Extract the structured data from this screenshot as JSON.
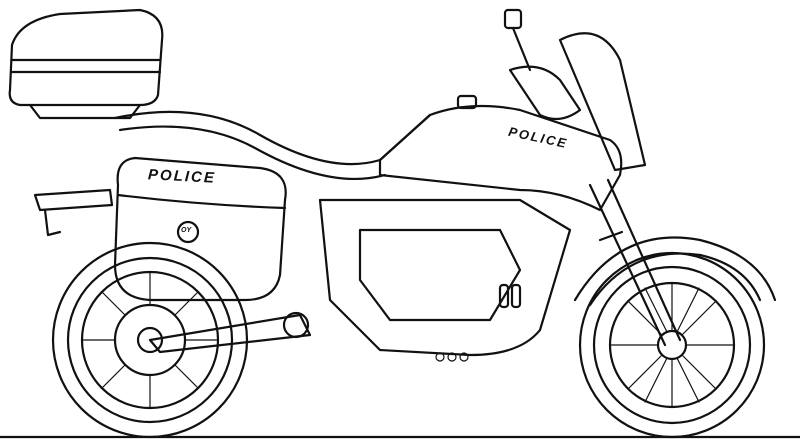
{
  "image": {
    "subject": "police motorcycle line-art coloring page",
    "background_color": "#ffffff",
    "line_color": "#111111"
  },
  "labels": {
    "saddlebag_text": "POLICE",
    "tank_text": "POLICE",
    "badge_text": "OY"
  }
}
